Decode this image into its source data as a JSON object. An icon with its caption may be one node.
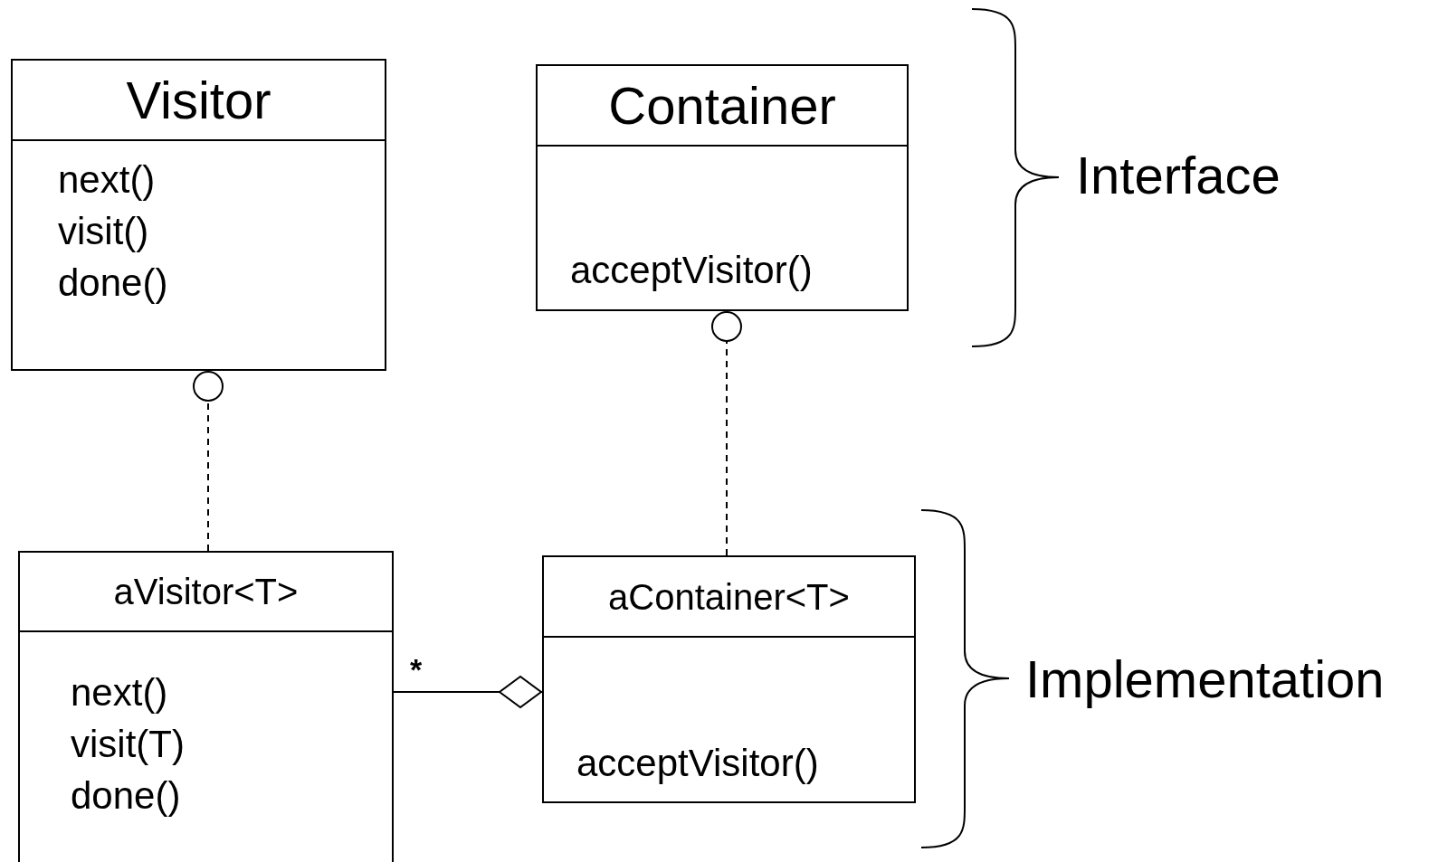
{
  "diagram": {
    "nodes": [
      {
        "text": [
          "Visitor",
          "next()",
          "visit()",
          "done()"
        ]
      },
      {
        "text": [
          "Container",
          "acceptVisitor()"
        ]
      },
      {
        "text": [
          "aVisitor<T>",
          "next()",
          "visit(T)",
          "done()"
        ]
      },
      {
        "text": [
          "aContainer<T>",
          "acceptVisitor()"
        ]
      }
    ],
    "edges": [
      {
        "from": 2,
        "to": 0,
        "arrow": "other",
        "style": "dashed"
      },
      {
        "from": 3,
        "to": 1,
        "arrow": "other",
        "style": "dashed"
      },
      {
        "from": 2,
        "to": 3,
        "arrow": "other",
        "label": "*"
      }
    ],
    "labels": [
      "Interface",
      "Implementation"
    ]
  }
}
